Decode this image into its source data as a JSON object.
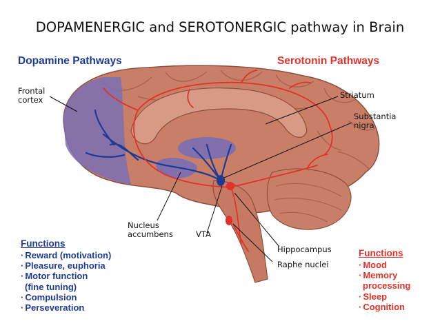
{
  "title": "DOPAMENERGIC and SEROTONERGIC pathway in Brain",
  "headings": {
    "dopamine": "Dopamine Pathways",
    "serotonin": "Serotonin Pathways"
  },
  "labels": {
    "frontal_cortex": [
      "Frontal",
      "cortex"
    ],
    "striatum": "Striatum",
    "substantia_nigra": [
      "Substantia",
      "nigra"
    ],
    "nucleus_accumbens": [
      "Nucleus",
      "accumbens"
    ],
    "vta": "VTA",
    "hippocampus": "Hippocampus",
    "raphe_nuclei": "Raphe nuclei"
  },
  "dopamine_functions": {
    "heading": "Functions",
    "items": [
      "Reward (motivation)",
      "Pleasure, euphoria",
      "Motor function",
      "(fine tuning)",
      "Compulsion",
      "Perseveration"
    ]
  },
  "serotonin_functions": {
    "heading": "Functions",
    "items": [
      "Mood",
      "Memory",
      "processing",
      "Sleep",
      "Cognition"
    ]
  },
  "colors": {
    "dopamine": "#1f3a93",
    "serotonin": "#e0322a",
    "brain": "#c97e67",
    "frontal_overlay": "#7a6fb5"
  }
}
